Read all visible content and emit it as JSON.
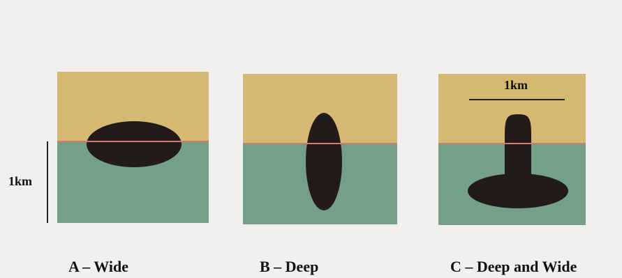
{
  "colors": {
    "surface": "#d5b872",
    "subsurface": "#74a088",
    "body": "#231a1a",
    "boundary": "#d9786c",
    "background": "#f1f0ef"
  },
  "scale_left": {
    "label": "1km"
  },
  "panels": [
    {
      "caption": "A – Wide"
    },
    {
      "caption": "B – Deep"
    },
    {
      "caption": "C – Deep and Wide",
      "scale_label": "1km"
    }
  ]
}
